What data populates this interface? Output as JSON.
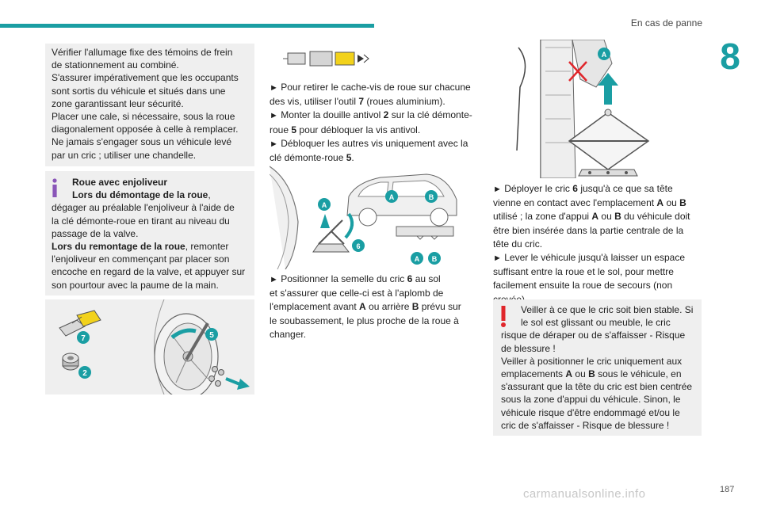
{
  "header": {
    "chapter_title": "En cas de panne",
    "chapter_number": "8"
  },
  "footer": {
    "page_number": "187",
    "watermark": "carmanualsonline.info"
  },
  "col1": {
    "check_box_lines": [
      "Vérifier l'allumage fixe des témoins de frein",
      "de stationnement au combiné.",
      "S'assurer impérativement que les occupants",
      "sont sortis du véhicule et situés dans une",
      "zone garantissant leur sécurité.",
      "Placer une cale, si nécessaire, sous la roue",
      "diagonalement opposée à celle à remplacer.",
      "Ne jamais s'engager sous un véhicule levé",
      "par un cric ; utiliser une chandelle."
    ],
    "info": {
      "title": "Roue avec enjoliveur",
      "sub1_bold": "Lors du démontage de la roue",
      "sub1_lines": [
        ",",
        "dégager au préalable l'enjoliveur à l'aide de",
        "la clé démonte-roue en tirant au niveau du",
        "passage de la valve."
      ],
      "sub2_bold": "Lors du remontage de la roue",
      "sub2_lines": [
        ", remonter",
        "l'enjoliveur en commençant par placer son",
        "encoche en regard de la valve, et appuyer sur",
        "son pourtour avec la paume de la main."
      ]
    },
    "figure_labels": {
      "tool": "7",
      "antitheft": "2",
      "wrench": "5"
    }
  },
  "col2": {
    "step1": {
      "arrow": "►",
      "a": "Pour retirer le cache-vis de roue sur chacune",
      "b": "des vis, utiliser l'outil",
      "num": "7",
      "c": "(roues aluminium)."
    },
    "step2": {
      "arrow": "►",
      "a": "Monter la douille antivol",
      "num_a": "2",
      "b": "sur la clé démonte-",
      "c": "roue",
      "num_b": "5",
      "d": "pour débloquer la vis antivol."
    },
    "step3": {
      "arrow": "►",
      "a": "Débloquer les autres vis uniquement avec la",
      "b": "clé démonte-roue",
      "num": "5",
      "c": "."
    },
    "figure_labels": {
      "a": "A",
      "b": "B",
      "jack": "6"
    },
    "step4": {
      "arrow": "►",
      "a": "Positionner la semelle du cric",
      "num": "6",
      "b": "au sol",
      "c": "et s'assurer que celle-ci est à l'aplomb de",
      "d": "l'emplacement avant",
      "front": "A",
      "e": "ou arrière",
      "rear": "B",
      "f": "prévu sur",
      "g": "le soubassement, le plus proche de la roue à",
      "h": "changer."
    }
  },
  "col3": {
    "figure_labels": {
      "a": "A"
    },
    "step5": {
      "arrow": "►",
      "a": "Déployer le cric",
      "num": "6",
      "b": "jusqu'à ce que sa tête",
      "c": "vienne en contact avec l'emplacement",
      "pt_a": "A",
      "d": "ou",
      "pt_b": "B",
      "e": "utilisé ; la zone d'appui",
      "pt_a2": "A",
      "f": "ou",
      "pt_b2": "B",
      "g": "du véhicule doit",
      "h": "être bien insérée dans la partie centrale de la",
      "i": "tête du cric."
    },
    "step6": {
      "arrow": "►",
      "a": "Lever le véhicule jusqu'à laisser un espace",
      "b": "suffisant entre la roue et le sol, pour mettre",
      "c": "facilement ensuite la roue de secours (non",
      "d": "crevée)."
    },
    "warning": {
      "l1": "Veiller à ce que le cric soit bien stable. Si",
      "l2": "le sol est glissant ou meuble, le cric",
      "l3": "risque de déraper ou de s'affaisser - Risque",
      "l4": "de blessure !",
      "l5": "Veiller à positionner le cric uniquement aux",
      "l6a": "emplacements",
      "pt_a": "A",
      "l6b": "ou",
      "pt_b": "B",
      "l6c": "sous le véhicule, en",
      "l7": "s'assurant que la tête du cric est bien centrée",
      "l8": "sous la zone d'appui du véhicule. Sinon, le",
      "l9": "véhicule risque d'être endommagé et/ou le",
      "l10": "cric de s'affaisser - Risque de blessure !"
    }
  },
  "colors": {
    "accent": "#1a9ea3",
    "info_icon": "#8a56b8",
    "warning_icon": "#e0262b",
    "box_bg": "#efefef"
  }
}
